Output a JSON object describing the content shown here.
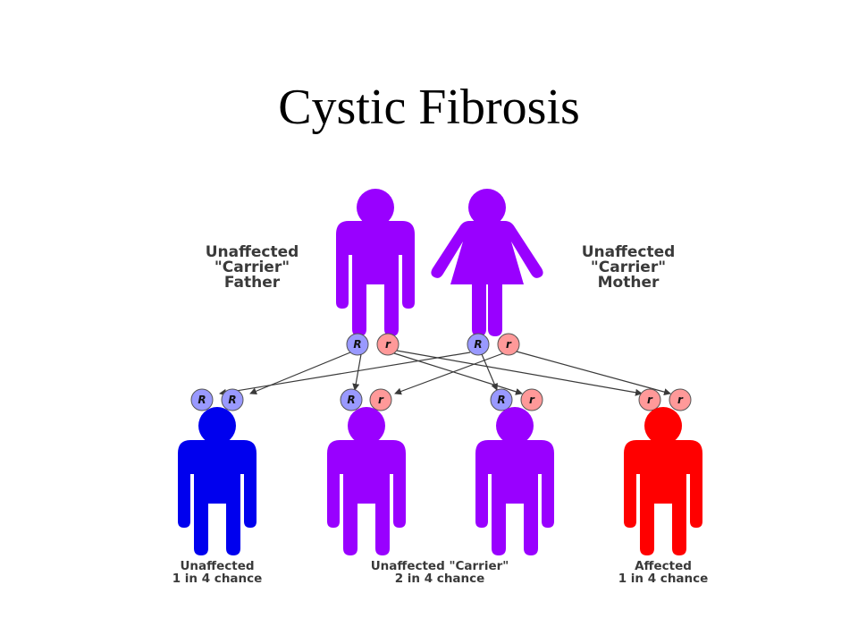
{
  "title": "Cystic Fibrosis",
  "parents": {
    "father": {
      "line1": "Unaffected",
      "line2": "\"Carrier\"",
      "line3": "Father",
      "alleles": [
        "R",
        "r"
      ],
      "color": "#9900ff"
    },
    "mother": {
      "line1": "Unaffected",
      "line2": "\"Carrier\"",
      "line3": "Mother",
      "alleles": [
        "R",
        "r"
      ],
      "color": "#9900ff"
    }
  },
  "children": [
    {
      "alleles": [
        "R",
        "R"
      ],
      "color": "#0000ee"
    },
    {
      "alleles": [
        "R",
        "r"
      ],
      "color": "#9900ff"
    },
    {
      "alleles": [
        "R",
        "r"
      ],
      "color": "#9900ff"
    },
    {
      "alleles": [
        "r",
        "r"
      ],
      "color": "#ff0000"
    }
  ],
  "captions": {
    "unaffected": {
      "line1": "Unaffected",
      "line2": "1 in 4 chance"
    },
    "carrier": {
      "line1": "Unaffected \"Carrier\"",
      "line2": "2 in 4 chance"
    },
    "affected": {
      "line1": "Affected",
      "line2": "1 in 4 chance"
    }
  },
  "colors": {
    "dominant_allele": "#9999ff",
    "recessive_allele": "#ff9999"
  }
}
